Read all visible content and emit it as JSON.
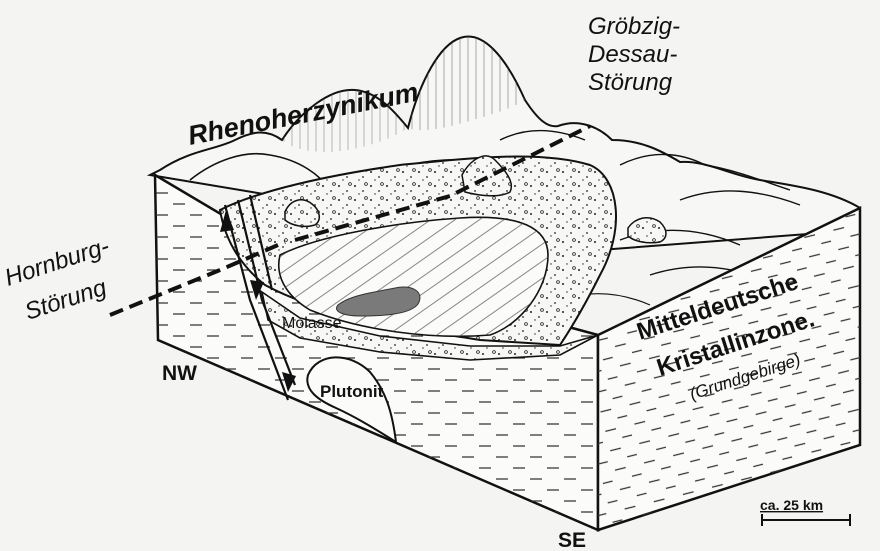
{
  "labels": {
    "rhenoherzynikum": "Rhenoherzynikum",
    "groebzig_line1": "Gröbzig-",
    "groebzig_line2": "Dessau-",
    "groebzig_line3": "Störung",
    "hornburg_line1": "Hornburg-",
    "hornburg_line2": "Störung",
    "molasse": "Molasse",
    "plutonit": "Plutonit",
    "mdkz_line1": "Mitteldeutsche",
    "mdkz_line2": "Kristallinzone.",
    "grundgebirge": "(Grundgebirge)",
    "nw": "NW",
    "se": "SE",
    "scale": "ca. 25 km"
  },
  "colors": {
    "ink": "#111111",
    "paper": "#f4f4f2",
    "block_face": "#fbfbf9",
    "molasse_fill": "#f7f7f5",
    "gray_body": "#7a7a7a"
  }
}
